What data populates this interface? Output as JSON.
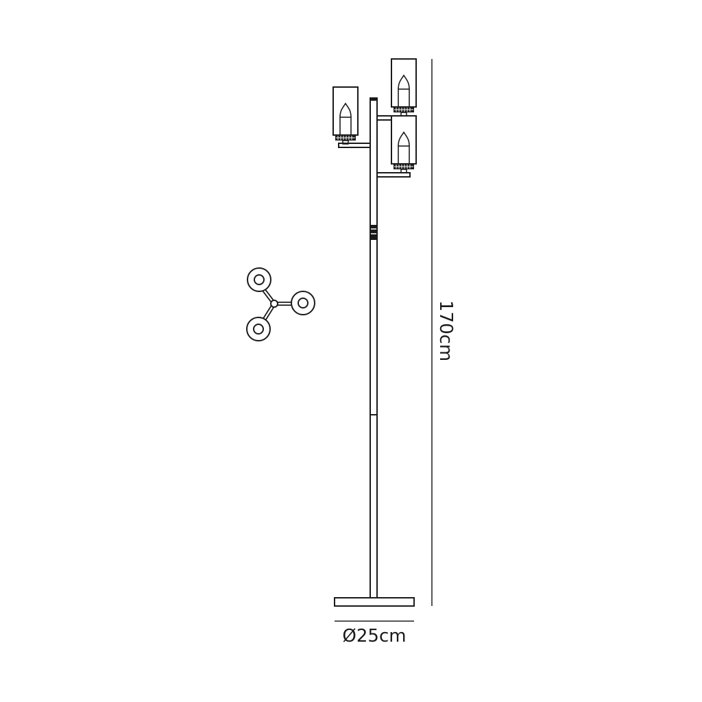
{
  "drawing": {
    "title": "Three-light floor lamp technical drawing",
    "views": [
      "front elevation",
      "top plan"
    ],
    "dimensions": {
      "height_label": "170cm",
      "base_diameter_label": "Ø25cm"
    },
    "light_count": 3,
    "stroke_color": "#1a1a1a",
    "dimension_line_color": "#555555",
    "background": "#ffffff"
  }
}
